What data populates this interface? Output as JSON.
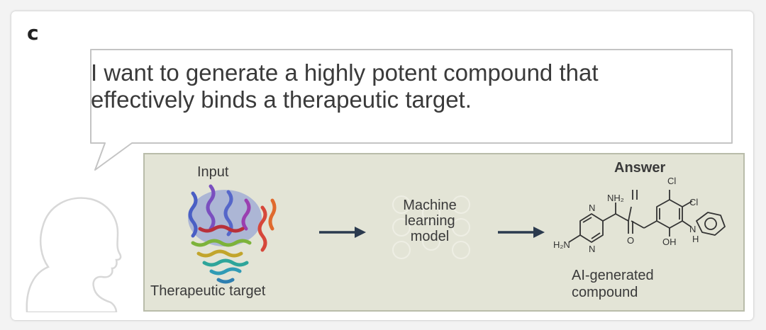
{
  "figure": {
    "panel_label": "c",
    "speech_text": "I want to generate a highly potent compound that effectively binds a therapeutic target.",
    "input_label": "Input",
    "target_label": "Therapeutic target",
    "model_label": "Machine learning model",
    "answer_label": "Answer",
    "compound_label": "AI-generated compound",
    "molecule_atoms": {
      "cl_top": "Cl",
      "cl_mid": "Cl",
      "nh2": "NH₂",
      "h2n": "H₂N",
      "o": "O",
      "oh": "OH",
      "nh": "N",
      "h": "H",
      "n_ring1": "N",
      "n_ring2": "N"
    }
  },
  "colors": {
    "panel_bg": "#e3e4d6",
    "panel_border": "#b9bcaa",
    "arrow": "#2b3a4e",
    "silhouette": "#dddddd"
  }
}
